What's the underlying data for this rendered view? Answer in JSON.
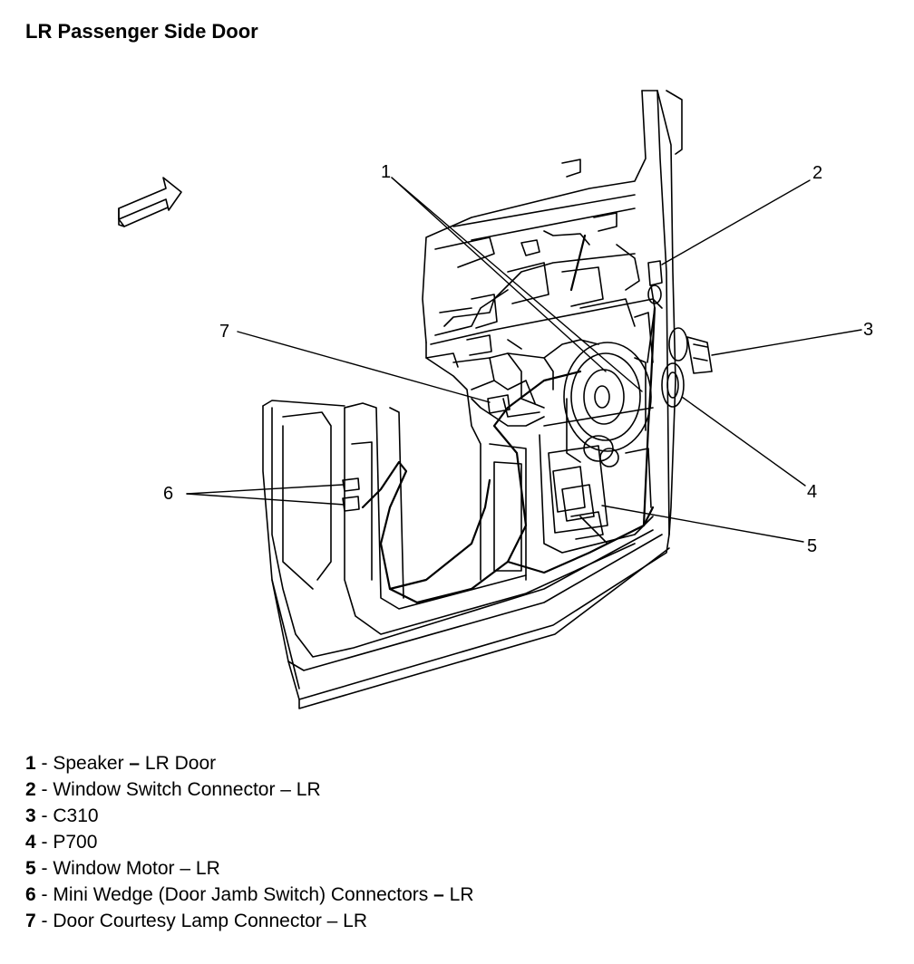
{
  "title": "LR Passenger Side Door",
  "callouts": [
    "1",
    "2",
    "3",
    "4",
    "5",
    "6",
    "7"
  ],
  "legend": [
    {
      "num": "1",
      "pre": " - Speaker ",
      "dash": "–",
      "post": " LR Door"
    },
    {
      "num": "2",
      "pre": " - Window Switch Connector – LR",
      "dash": "",
      "post": ""
    },
    {
      "num": "3",
      "pre": " - C310",
      "dash": "",
      "post": ""
    },
    {
      "num": "4",
      "pre": " - P700",
      "dash": "",
      "post": ""
    },
    {
      "num": "5",
      "pre": " - Window Motor – LR",
      "dash": "",
      "post": ""
    },
    {
      "num": "6",
      "pre": " - Mini Wedge (Door Jamb Switch) Connectors ",
      "dash": "–",
      "post": " LR"
    },
    {
      "num": "7",
      "pre": " - Door Courtesy Lamp Connector – LR",
      "dash": "",
      "post": ""
    }
  ],
  "colors": {
    "line": "#000000",
    "background": "#ffffff"
  }
}
